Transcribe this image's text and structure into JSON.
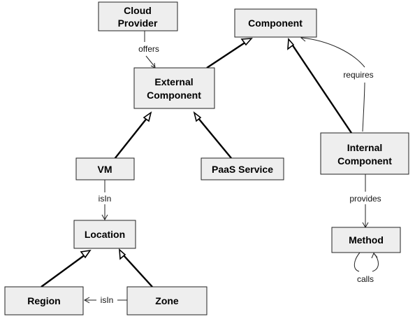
{
  "nodes": {
    "cloud_provider": [
      "Cloud",
      "Provider"
    ],
    "component": [
      "Component"
    ],
    "external_component": [
      "External",
      "Component"
    ],
    "vm": [
      "VM"
    ],
    "paas_service": [
      "PaaS Service"
    ],
    "internal_component": [
      "Internal",
      "Component"
    ],
    "location": [
      "Location"
    ],
    "method": [
      "Method"
    ],
    "region": [
      "Region"
    ],
    "zone": [
      "Zone"
    ]
  },
  "edge_labels": {
    "offers": "offers",
    "requires": "requires",
    "vm_isin": "isIn",
    "provides": "provides",
    "calls": "calls",
    "zone_isin": "isIn"
  }
}
